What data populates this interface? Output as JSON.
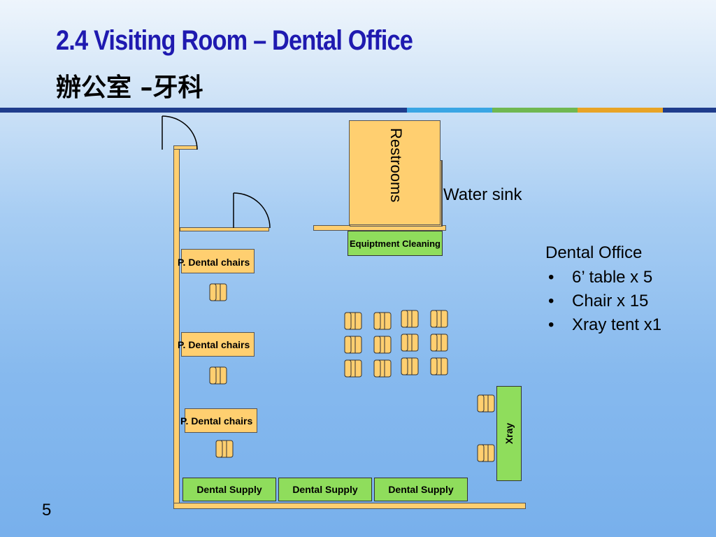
{
  "title": "2.4  Visiting Room – Dental Office",
  "subtitle": "辦公室 –牙科",
  "band_colors": [
    "#1f3d8c",
    "#3aa6e4",
    "#6fb851",
    "#e8a426",
    "#1f3d8c"
  ],
  "labels": {
    "restrooms": "Restrooms",
    "water_sink": "Water sink",
    "equipment_cleaning": "Equiptment Cleaning",
    "dental_chairs": "P. Dental chairs",
    "dental_supply": "Dental Supply",
    "xray": "Xray"
  },
  "legend": {
    "heading": "Dental Office",
    "bullet": "•",
    "items": [
      "6’ table x 5",
      "Chair x 15",
      "Xray tent x1"
    ]
  },
  "page_number": "5",
  "colors": {
    "yellow": "#ffcf70",
    "green": "#8fdd5c",
    "title": "#1f1ab0"
  }
}
